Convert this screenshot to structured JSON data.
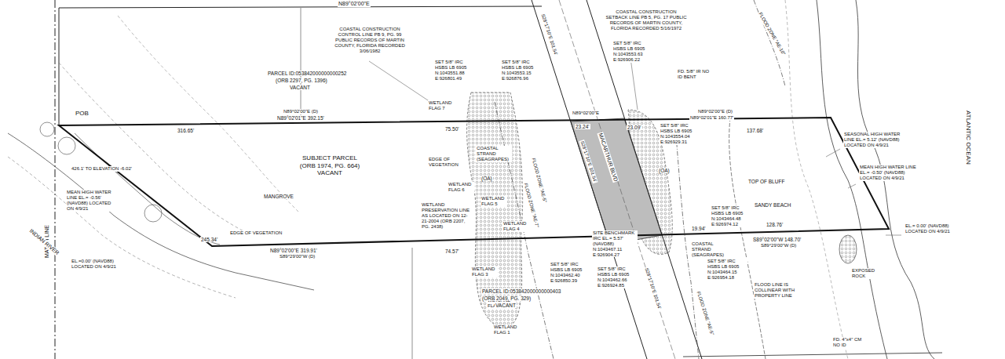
{
  "diagram": {
    "nodes": [
      {
        "text": [
          "SUBJECT PARCEL",
          "(ORB 1974, PG. 664)",
          "VACANT"
        ]
      }
    ],
    "labels": [
      "N89°02'00\"E",
      "MATCH LINE",
      "POB",
      "PARCEL ID:053842000000000252",
      "(ORB 2297, PG. 1396)",
      "VACANT",
      "COASTAL CONSTRUCTION CONTROL LINE PB 9, PG. 99 PUBLIC RECORDS OF MARTIN COUNTY, FLORIDA RECORDED 3/06/1982",
      "COASTAL CONSTRUCTION SETBACK LINE PB 5, PG. 17 PUBLIC RECORDS OF MARTIN COUNTY, FLORIDA RECORDED 5/16/1972",
      "SET 5/8\" IRC HSBS LB 6905 N:1043551.88 E:926801.49",
      "SET 5/8\" IRC HSBS LB 6905 N:1043553.15 E:926876.96",
      "SET 5/8\" IRC HSBS LB 6905 N:1043553.63 E:926906.22",
      "FD. 5/8\" IR NO ID BENT",
      "N89°02'00\"E (D)",
      "N89°02'01\"E 160.77'",
      "137.68'",
      "SET 5/8\" IRC HSBS LB 6905 N:1043554.04 E:926929.31",
      "N89°02'00\"E (D)",
      "N89°02'01\"E 392.15'",
      "316.65'",
      "75.50'",
      "23.09'",
      "23.24'",
      "N89°02'00\"E",
      "426.1' TO ELEVATION -6.02'",
      "MEAN HIGH WATER LINE EL.= -0.56' (NAVD88) LOCATED ON 4/9/21",
      "INDIAN RIVER",
      "EL.=0.00' (NAVD88) LOCATED ON 4/9/21",
      "EDGE OF VEGETATION",
      "MANGROVE",
      "245.34'",
      "N89°02'00\"E 319.91'",
      "S89°29'00\"W (D)",
      "74.57'",
      "EDGE OF VEGETATION",
      "COASTAL STRAND (SEAGRAPES)",
      "WETLAND FLAG 7",
      "WETLAND FLAG 6",
      "WETLAND FLAG 5",
      "WETLAND FLAG 4",
      "WETLAND PRESERVATION LINE AS LOCATED ON 12-21-2004 (ORB 2207, PG. 2438)",
      "WETLAND FLAG 3",
      "WETLAND FLAG 2",
      "WETLAND FLAG 1",
      "FLOOD ZONE \"AE-5\"",
      "FLOOD ZONE \"AE-7\"",
      "(OA)",
      "(OA)",
      "S28°17'10\"E 101.54'",
      "S28°17'10\"E 101.54'",
      "MACARTHUR BLVD",
      "SITE BENCHMARK IRC EL.= 5.57' (NAVD88) N:1043467.11 E:926904.27",
      "SET 5/8\" IRC HSBS LB 6905 N:1043462.40 E:926850.39",
      "SET 5/8\" IRC HSBS LB 6905 N:1043462.66 E:926924.85",
      "S28°17'10\"E 101.54'",
      "TOP OF BLUFF",
      "SANDY BEACH",
      "SET 5/8\" IRC HSBS LB 6905 N:1043464.48 E:926974.12",
      "19.94'",
      "128.76'",
      "S89°02'00\"W 148.70'",
      "S89°29'00\"W (D)",
      "COASTAL STRAND (SEAGRAPES)",
      "SET 5/8\" IRC HSBS LB 6905 N:1043464.15 E:926954.18",
      "FLOOD LINE IS COLLINEAR WITH PROPERTY LINE",
      "SEASONAL HIGH WATER LINE EL.= 5.12' (NAVD88) LOCATED ON 4/9/21",
      "MEAN HIGH WATER LINE EL.= -0.50' (NAVD88) LOCATED ON 4/9/21",
      "EL.= 0.00' (NAVD88) LOCATED ON 4/9/21",
      "EXPOSED ROCK",
      "ATLANTIC OCEAN",
      "FD. 4\"x4\" CM NO ID",
      "PARCEL ID:053842000000000403",
      "(ORB 2049, PG. 329)",
      "VACANT",
      "FLOOD ZONE \"AE-10\"",
      "FLOOD ZONE \"AE-5\""
    ]
  }
}
